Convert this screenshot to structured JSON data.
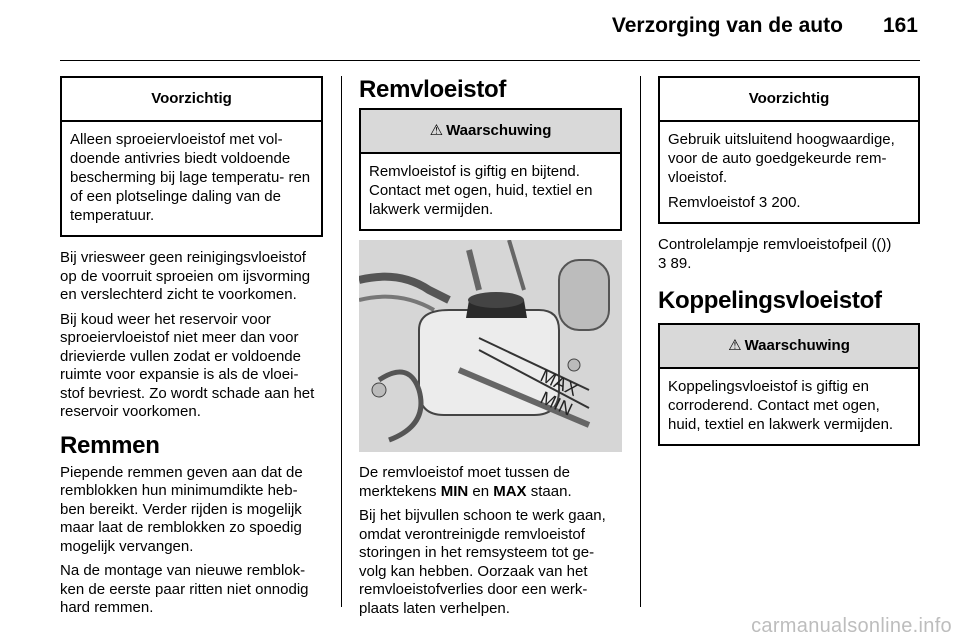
{
  "header": {
    "title": "Verzorging van de auto",
    "page_number": "161"
  },
  "col1": {
    "caution_box": {
      "title": "Voorzichtig",
      "text": "Alleen sproeiervloeistof met vol- doende antivries biedt voldoende bescherming bij lage temperatu- ren of een plotselinge daling van de temperatuur."
    },
    "para1": "Bij vriesweer geen reinigingsvloeistof op de voorruit sproeien om ijsvorming en verslechterd zicht te voorkomen.",
    "para2": "Bij koud weer het reservoir voor sproeiervloeistof niet meer dan voor drievierde vullen zodat er voldoende ruimte voor expansie is als de vloei- stof bevriest. Zo wordt schade aan het reservoir voorkomen.",
    "heading": "Remmen",
    "para3": "Piepende remmen geven aan dat de remblokken hun minimumdikte heb- ben bereikt. Verder rijden is mogelijk maar laat de remblokken zo spoedig mogelijk vervangen.",
    "para4": "Na de montage van nieuwe remblok- ken de eerste paar ritten niet onnodig hard remmen."
  },
  "col2": {
    "heading": "Remvloeistof",
    "warning_box": {
      "icon": "⚠",
      "title": "Waarschuwing",
      "text": "Remvloeistof is giftig en bijtend. Contact met ogen, huid, textiel en lakwerk vermijden."
    },
    "figure": {
      "label_max": "MAX",
      "label_min": "MIN"
    },
    "para1_pre": "De remvloeistof moet tussen de merktekens ",
    "para1_min": "MIN",
    "para1_mid": " en ",
    "para1_max": "MAX",
    "para1_post": " staan.",
    "para2": "Bij het bijvullen schoon te werk gaan, omdat verontreinigde remvloeistof storingen in het remsysteem tot ge- volg kan hebben. Oorzaak van het remvloeistofverlies door een werk- plaats laten verhelpen."
  },
  "col3": {
    "caution_box": {
      "title": "Voorzichtig",
      "text": "Gebruik uitsluitend hoogwaardige, voor de auto goedgekeurde rem- vloeistof.",
      "ref_text": "Remvloeistof",
      "ref_arrow": "3",
      "ref_page": "200."
    },
    "lamp_text": "Controlelampje remvloeistofpeil",
    "lamp_symbol": "(())",
    "lamp_arrow": "3",
    "lamp_page": "89.",
    "heading": "Koppelingsvloeistof",
    "warning_box": {
      "icon": "⚠",
      "title": "Waarschuwing",
      "text": "Koppelingsvloeistof is giftig en corroderend. Contact met ogen, huid, textiel en lakwerk vermijden."
    }
  },
  "watermark": "carmanualsonline.info"
}
